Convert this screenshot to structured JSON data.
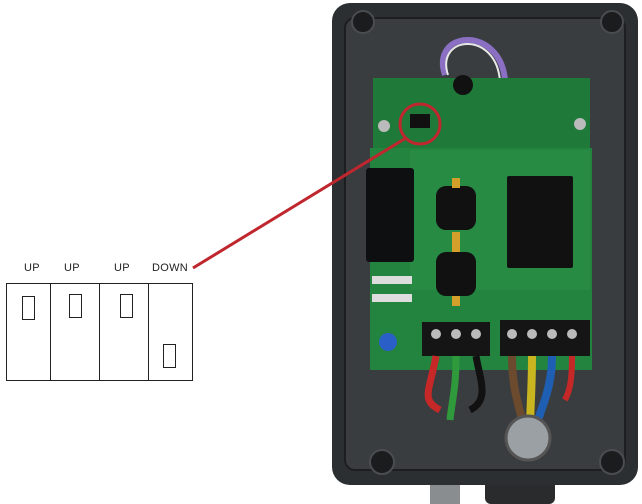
{
  "dip_switch": {
    "positions": [
      {
        "label": "UP",
        "state": "up"
      },
      {
        "label": "UP",
        "state": "up"
      },
      {
        "label": "UP",
        "state": "up"
      },
      {
        "label": "DOWN",
        "state": "down"
      }
    ]
  },
  "colors": {
    "callout_line": "#c0262d",
    "enclosure": "#2c2f31",
    "pcb": "#1f7a3a",
    "background": "#ffffff"
  }
}
